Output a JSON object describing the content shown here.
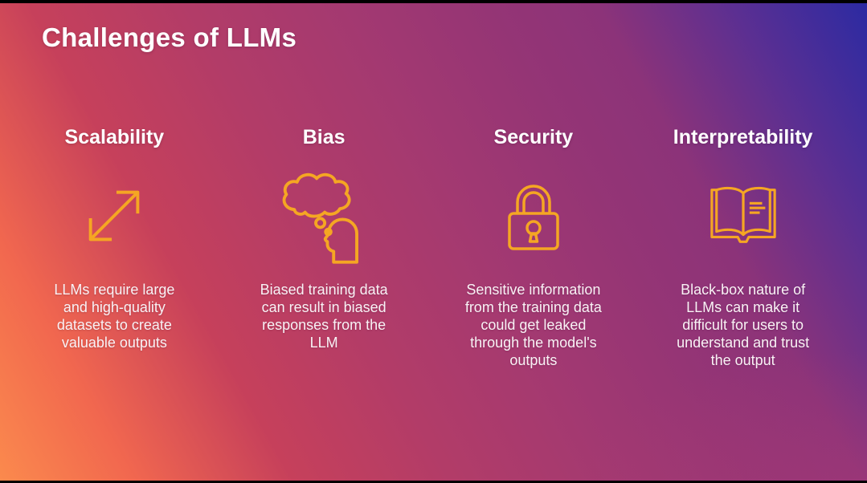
{
  "slide": {
    "title": "Challenges of LLMs",
    "accent_color": "#F5A623",
    "text_color": "#FFFFFF",
    "background": {
      "bottom_left": "#FB8A4D",
      "top_left": "#C6405B",
      "center": "#A33971",
      "bottom_right": "#99356F",
      "top_right": "#2B2AA2",
      "letterbox_color": "#000000"
    },
    "columns": [
      {
        "heading": "Scalability",
        "icon": "expand-arrows-icon",
        "description": "LLMs require large\nand high-quality\ndatasets to create\nvaluable outputs"
      },
      {
        "heading": "Bias",
        "icon": "thought-bubble-head-icon",
        "description": "Biased training data\ncan result in biased\nresponses from the\nLLM"
      },
      {
        "heading": "Security",
        "icon": "padlock-icon",
        "description": "Sensitive information\nfrom the training data\ncould get leaked\nthrough the model's\noutputs"
      },
      {
        "heading": "Interpretability",
        "icon": "open-book-icon",
        "description": "Black-box nature of\nLLMs can make it\ndifficult for users to\nunderstand and trust\nthe output"
      }
    ]
  }
}
